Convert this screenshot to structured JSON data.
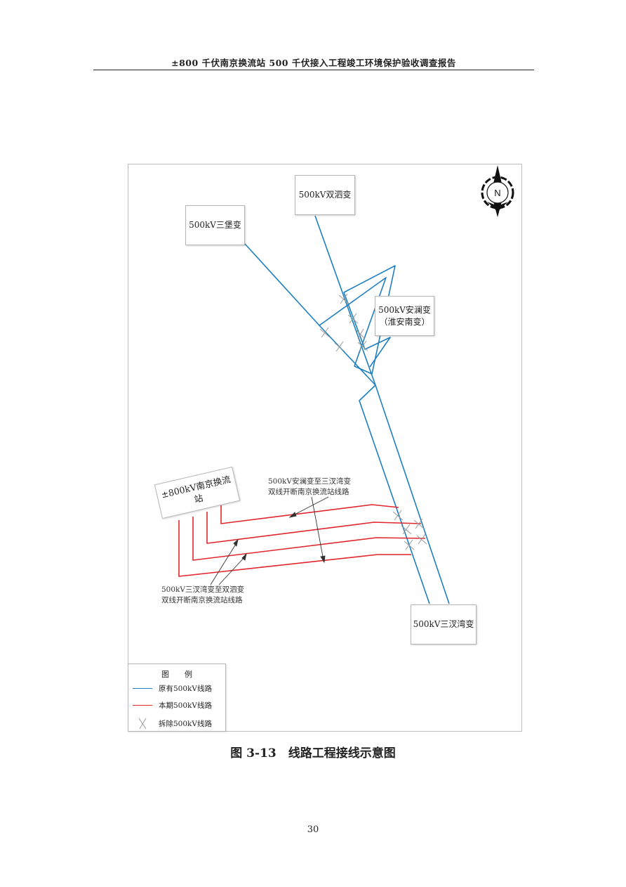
{
  "header": {
    "title": "±800 千伏南京换流站 500 千伏接入工程竣工环境保护验收调查报告"
  },
  "stations": {
    "sanbao": "500kV三堡变",
    "shuangsi": "500kV双泗变",
    "anlan_line1": "500kV安澜变",
    "anlan_line2": "（淮安南变）",
    "nanjing": "±800kV南京换流站",
    "sanchawan": "500kV三汊湾变"
  },
  "annotations": {
    "upper_line1": "500kV安澜变至三汊湾变",
    "upper_line2": "双线开断南京换流站线路",
    "lower_line1": "500kV三汊湾变至双泗变",
    "lower_line2": "双线开断南京换流站线路"
  },
  "compass": {
    "label": "N",
    "icon": "north-arrow-icon"
  },
  "legend": {
    "title": "图　　例",
    "items": [
      {
        "label": "原有500kV线路",
        "color": "#1f7fbe",
        "icon": "blue-line-icon"
      },
      {
        "label": "本期500kV线路",
        "color": "#e0262c",
        "icon": "red-line-icon"
      },
      {
        "label": "拆除500kV线路",
        "color": "#999999",
        "icon": "cross-mark-icon"
      }
    ]
  },
  "colors": {
    "existing_line": "#1f7fbe",
    "new_line": "#e0262c",
    "removed_mark": "#999999"
  },
  "caption": "图 3-13　线路工程接线示意图",
  "page_number": "30"
}
